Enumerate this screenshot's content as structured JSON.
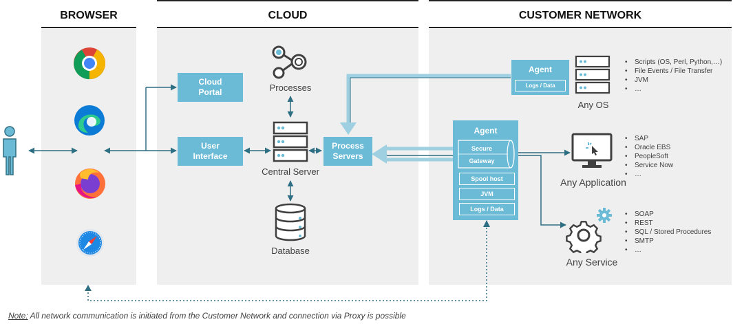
{
  "headers": {
    "browser": "BROWSER",
    "cloud": "CLOUD",
    "customer": "CUSTOMER NETWORK"
  },
  "cloud": {
    "cloud_portal": "Cloud Portal",
    "user_interface": "User Interface",
    "process_servers": "Process Servers",
    "processes": "Processes",
    "central_server": "Central Server",
    "database": "Database"
  },
  "customer": {
    "agent_os": {
      "title": "Agent",
      "sub": "Logs / Data"
    },
    "any_os": "Any OS",
    "os_items": [
      "Scripts (OS, Perl, Python,…)",
      "File Events / File Transfer",
      "JVM",
      "…"
    ],
    "agent_gw": {
      "title": "Agent",
      "secure": "Secure",
      "gateway": "Gateway",
      "spool": "Spool host",
      "jvm": "JVM",
      "logs": "Logs / Data"
    },
    "any_application": "Any Application",
    "app_items": [
      "SAP",
      "Oracle EBS",
      "PeopleSoft",
      "Service Now",
      "…"
    ],
    "any_service": "Any Service",
    "service_items": [
      "SOAP",
      "REST",
      "SQL / Stored Procedures",
      "SMTP",
      "…"
    ]
  },
  "note": {
    "prefix": "Note:",
    "text": " All network communication is initiated from the Customer Network and connection via Proxy is possible"
  },
  "colors": {
    "accent": "#6bbad6",
    "line": "#2f6f84",
    "panel": "#efefef"
  }
}
